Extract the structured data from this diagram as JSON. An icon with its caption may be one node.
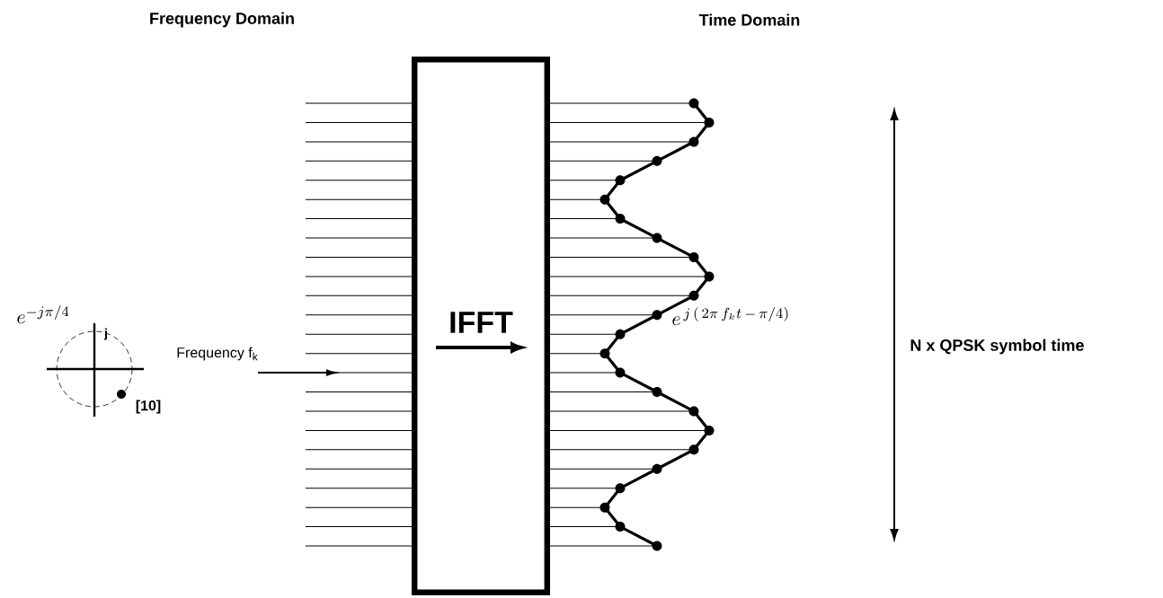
{
  "diagram": {
    "nodes": [
      {
        "text": [
          "IFFT"
        ]
      },
      {
        "text": [],
        "shape": "picture"
      }
    ],
    "edges": [
      {
        "from": null,
        "to": 0,
        "arrow": "none"
      },
      {
        "from": null,
        "to": 0,
        "arrow": "none"
      },
      {
        "from": null,
        "to": 0,
        "arrow": "none"
      },
      {
        "from": null,
        "to": 0,
        "arrow": "none"
      },
      {
        "from": null,
        "to": 0,
        "arrow": "none"
      },
      {
        "from": null,
        "to": 0,
        "arrow": "none"
      },
      {
        "from": null,
        "to": 0,
        "arrow": "none"
      },
      {
        "from": null,
        "to": 0,
        "arrow": "none"
      },
      {
        "from": null,
        "to": 0,
        "arrow": "none"
      },
      {
        "from": null,
        "to": 0,
        "arrow": "none"
      },
      {
        "from": null,
        "to": 0,
        "arrow": "none"
      },
      {
        "from": null,
        "to": 0,
        "arrow": "none"
      },
      {
        "from": null,
        "to": 0,
        "arrow": "none"
      },
      {
        "from": null,
        "to": 0,
        "arrow": "none"
      },
      {
        "from": null,
        "to": 0,
        "arrow": "none"
      },
      {
        "from": null,
        "to": 0,
        "arrow": "none"
      },
      {
        "from": null,
        "to": 0,
        "arrow": "none"
      },
      {
        "from": null,
        "to": 0,
        "arrow": "none"
      },
      {
        "from": null,
        "to": 0,
        "arrow": "none"
      },
      {
        "from": null,
        "to": 0,
        "arrow": "none"
      },
      {
        "from": null,
        "to": 0,
        "arrow": "none"
      },
      {
        "from": null,
        "to": 0,
        "arrow": "none"
      },
      {
        "from": null,
        "to": 0,
        "arrow": "none"
      },
      {
        "from": null,
        "to": 0,
        "arrow": "none"
      },
      {
        "from": 0,
        "to": 1,
        "arrow": "none"
      },
      {
        "from": 0,
        "to": 1,
        "arrow": "none"
      },
      {
        "from": 0,
        "to": 1,
        "arrow": "none"
      },
      {
        "from": 0,
        "to": 1,
        "arrow": "none"
      },
      {
        "from": 0,
        "to": 1,
        "arrow": "none"
      },
      {
        "from": 0,
        "to": 1,
        "arrow": "none"
      },
      {
        "from": 0,
        "to": 1,
        "arrow": "none"
      },
      {
        "from": 0,
        "to": 1,
        "arrow": "none"
      },
      {
        "from": 0,
        "to": 1,
        "arrow": "none"
      },
      {
        "from": 0,
        "to": 1,
        "arrow": "none"
      },
      {
        "from": 0,
        "to": 1,
        "arrow": "none"
      },
      {
        "from": 0,
        "to": 1,
        "arrow": "none"
      },
      {
        "from": 0,
        "to": 1,
        "arrow": "none"
      },
      {
        "from": 0,
        "to": 1,
        "arrow": "none"
      },
      {
        "from": 0,
        "to": 1,
        "arrow": "none"
      },
      {
        "from": 0,
        "to": 1,
        "arrow": "none"
      },
      {
        "from": 0,
        "to": 1,
        "arrow": "none"
      },
      {
        "from": 0,
        "to": 1,
        "arrow": "none"
      },
      {
        "from": 0,
        "to": 1,
        "arrow": "none"
      },
      {
        "from": 0,
        "to": 1,
        "arrow": "none"
      },
      {
        "from": 0,
        "to": 1,
        "arrow": "none"
      },
      {
        "from": 0,
        "to": 1,
        "arrow": "none"
      },
      {
        "from": 0,
        "to": 1,
        "arrow": "none"
      },
      {
        "from": 0,
        "to": 1,
        "arrow": "none"
      }
    ],
    "labels": [
      "Frequency Domain",
      "Time Domain",
      "e^{-j\\pi/4}",
      "j",
      "Frequency f$_{k}$",
      "[10]",
      "e^{\\,j\\,(\\,2\\pi\\, f_{k}t\\,-\\,\\pi/4)}",
      "N x QPSK symbol time"
    ]
  }
}
